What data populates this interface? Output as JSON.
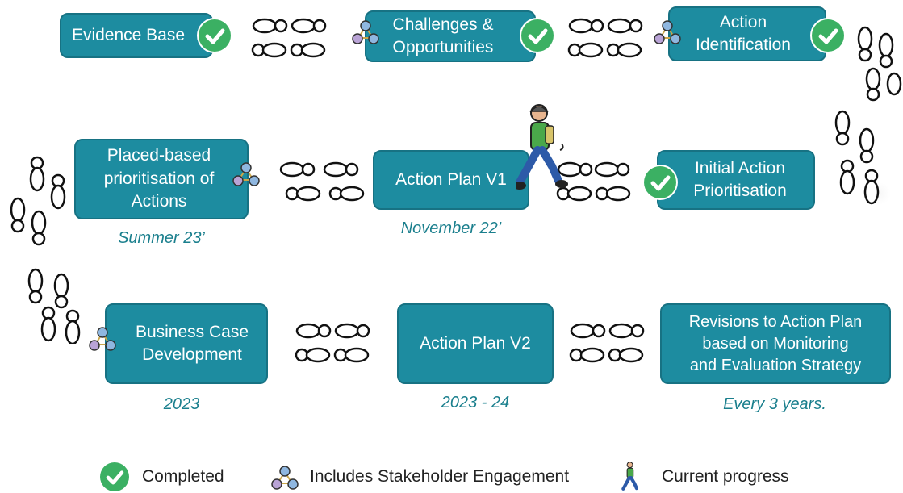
{
  "stages": [
    {
      "label": "Evidence Base"
    },
    {
      "label": "Challenges &\nOpportunities"
    },
    {
      "label": "Action\nIdentification"
    },
    {
      "label": "Initial Action\nPrioritisation"
    },
    {
      "label": "Action Plan V1",
      "date": "November 22’"
    },
    {
      "label": "Placed-based\nprioritisation of\nActions",
      "date": "Summer 23’"
    },
    {
      "label": "Business Case\nDevelopment",
      "date": "2023"
    },
    {
      "label": "Action Plan V2",
      "date": "2023 - 24"
    },
    {
      "label": "Revisions to Action Plan\nbased on Monitoring\nand Evaluation Strategy",
      "date": "Every 3 years."
    }
  ],
  "legend": {
    "completed": "Completed",
    "stakeholder": "Includes Stakeholder Engagement",
    "current": "Current progress"
  },
  "colors": {
    "box": "#1d8ca0",
    "check": "#3bb063",
    "date_text": "#1a7f8d"
  }
}
